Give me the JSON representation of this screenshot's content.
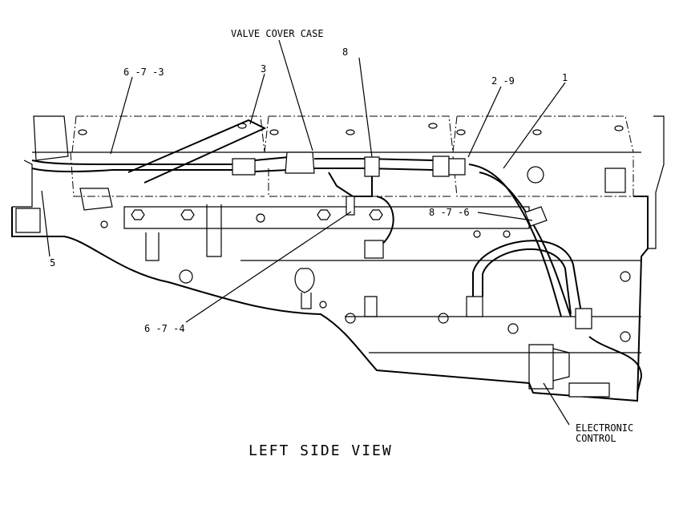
{
  "diagram": {
    "view_title": "LEFT SIDE VIEW",
    "callouts": {
      "valve_cover_case": "VALVE COVER CASE",
      "c_8": "8",
      "c_3": "3",
      "c_673": "6 -7 -3",
      "c_29": "2 -9",
      "c_1": "1",
      "c_876": "8 -7 -6",
      "c_5": "5",
      "c_674": "6 -7 -4",
      "electronic_control_1": "ELECTRONIC",
      "electronic_control_2": "CONTROL"
    }
  }
}
